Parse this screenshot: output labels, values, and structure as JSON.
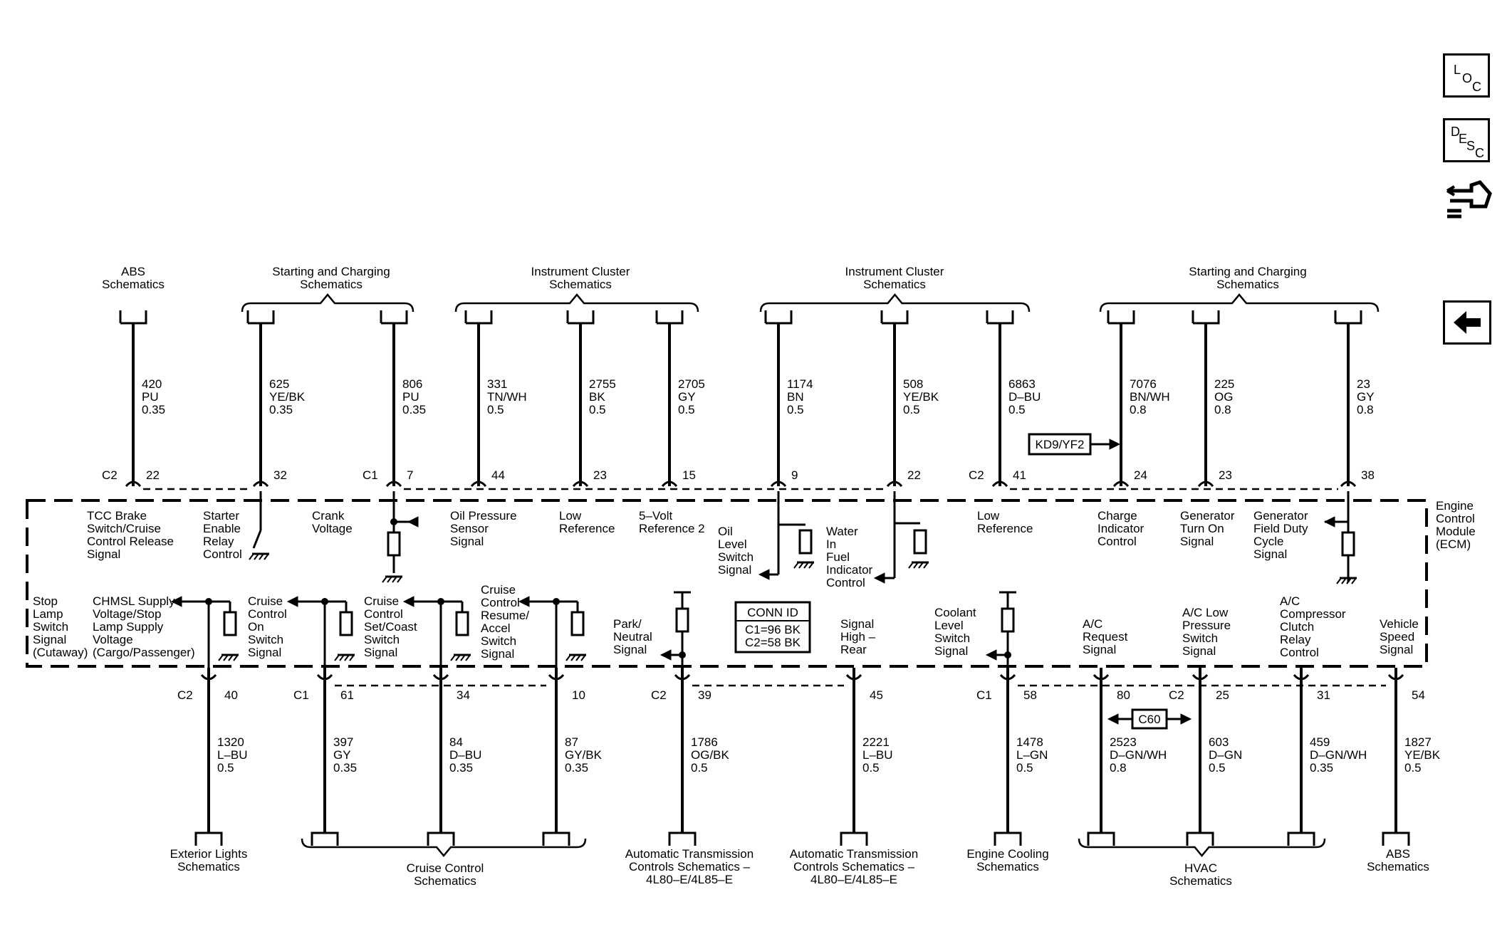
{
  "nav": {
    "loc": [
      "L",
      "O",
      "C"
    ],
    "desc": [
      "D",
      "E",
      "S",
      "C"
    ]
  },
  "module": {
    "lines": [
      "Engine",
      "Control",
      "Module",
      "(ECM)"
    ]
  },
  "conn_id": {
    "title": "CONN ID",
    "lines": [
      "C1=96 BK",
      "C2=58 BK"
    ]
  },
  "option_label": "KD9/YF2",
  "c60_label": "C60",
  "top_groups": [
    {
      "lines": [
        "ABS",
        "Schematics"
      ]
    },
    {
      "lines": [
        "Starting and Charging",
        "Schematics"
      ]
    },
    {
      "lines": [
        "Instrument Cluster",
        "Schematics"
      ]
    },
    {
      "lines": [
        "Instrument Cluster",
        "Schematics"
      ]
    },
    {
      "lines": [
        "Starting and Charging",
        "Schematics"
      ]
    }
  ],
  "bottom_groups": [
    {
      "lines": [
        "Exterior Lights",
        "Schematics"
      ]
    },
    {
      "lines": [
        "Cruise Control",
        "Schematics"
      ]
    },
    {
      "lines": [
        "Automatic Transmission",
        "Controls Schematics –",
        "4L80–E/4L85–E"
      ]
    },
    {
      "lines": [
        "Automatic Transmission",
        "Controls Schematics –",
        "4L80–E/4L85–E"
      ]
    },
    {
      "lines": [
        "Engine Cooling",
        "Schematics"
      ]
    },
    {
      "lines": [
        "HVAC",
        "Schematics"
      ]
    },
    {
      "lines": [
        "ABS",
        "Schematics"
      ]
    }
  ],
  "top_circuits": [
    {
      "conn": "C2",
      "pin": "22",
      "wire": [
        "420",
        "PU",
        "0.35"
      ],
      "signal": [
        "TCC Brake",
        "Switch/Cruise",
        "Control Release",
        "Signal"
      ]
    },
    {
      "conn": "",
      "pin": "32",
      "wire": [
        "625",
        "YE/BK",
        "0.35"
      ],
      "signal": [
        "Starter",
        "Enable",
        "Relay",
        "Control"
      ]
    },
    {
      "conn": "C1",
      "pin": "7",
      "wire": [
        "806",
        "PU",
        "0.35"
      ],
      "signal": [
        "Crank",
        "Voltage"
      ]
    },
    {
      "conn": "",
      "pin": "44",
      "wire": [
        "331",
        "TN/WH",
        "0.5"
      ],
      "signal": [
        "Oil Pressure",
        "Sensor",
        "Signal"
      ]
    },
    {
      "conn": "",
      "pin": "23",
      "wire": [
        "2755",
        "BK",
        "0.5"
      ],
      "signal": [
        "Low",
        "Reference"
      ]
    },
    {
      "conn": "",
      "pin": "15",
      "wire": [
        "2705",
        "GY",
        "0.5"
      ],
      "signal": [
        "5–Volt",
        "Reference 2"
      ]
    },
    {
      "conn": "",
      "pin": "9",
      "wire": [
        "1174",
        "BN",
        "0.5"
      ],
      "signal": [
        "Oil",
        "Level",
        "Switch",
        "Signal"
      ]
    },
    {
      "conn": "",
      "pin": "22",
      "wire": [
        "508",
        "YE/BK",
        "0.5"
      ],
      "signal": [
        "Water",
        "In",
        "Fuel",
        "Indicator",
        "Control"
      ]
    },
    {
      "conn": "C2",
      "pin": "41",
      "wire": [
        "6863",
        "D–BU",
        "0.5"
      ],
      "signal": [
        "Low",
        "Reference"
      ]
    },
    {
      "conn": "",
      "pin": "24",
      "wire": [
        "7076",
        "BN/WH",
        "0.8"
      ],
      "signal": [
        "Charge",
        "Indicator",
        "Control"
      ]
    },
    {
      "conn": "",
      "pin": "23",
      "wire": [
        "225",
        "OG",
        "0.8"
      ],
      "signal": [
        "Generator",
        "Turn On",
        "Signal"
      ]
    },
    {
      "conn": "",
      "pin": "38",
      "wire": [
        "23",
        "GY",
        "0.8"
      ],
      "signal": [
        "Generator",
        "Field Duty",
        "Cycle",
        "Signal"
      ]
    }
  ],
  "bottom_circuits": [
    {
      "conn": "C2",
      "pin": "40",
      "wire": [
        "1320",
        "L–BU",
        "0.5"
      ],
      "signal": [
        "CHMSL Supply",
        "Voltage/Stop",
        "Lamp Supply",
        "Voltage",
        "(Cargo/Passenger)"
      ]
    },
    {
      "conn": "C1",
      "pin": "61",
      "wire": [
        "397",
        "GY",
        "0.35"
      ],
      "signal": [
        "Cruise",
        "Control",
        "On",
        "Switch",
        "Signal"
      ]
    },
    {
      "conn": "",
      "pin": "34",
      "wire": [
        "84",
        "D–BU",
        "0.35"
      ],
      "signal": [
        "Cruise",
        "Control",
        "Set/Coast",
        "Switch",
        "Signal"
      ]
    },
    {
      "conn": "",
      "pin": "10",
      "wire": [
        "87",
        "GY/BK",
        "0.35"
      ],
      "signal": [
        "Cruise",
        "Control",
        "Resume/",
        "Accel",
        "Switch",
        "Signal"
      ]
    },
    {
      "conn": "C2",
      "pin": "39",
      "wire": [
        "1786",
        "OG/BK",
        "0.5"
      ],
      "signal": [
        "Park/",
        "Neutral",
        "Signal"
      ]
    },
    {
      "conn": "",
      "pin": "45",
      "wire": [
        "2221",
        "L–BU",
        "0.5"
      ],
      "signal": [
        "Signal",
        "High –",
        "Rear"
      ]
    },
    {
      "conn": "C1",
      "pin": "58",
      "wire": [
        "1478",
        "L–GN",
        "0.5"
      ],
      "signal": [
        "Coolant",
        "Level",
        "Switch",
        "Signal"
      ]
    },
    {
      "conn": "",
      "pin": "80",
      "wire": [
        "2523",
        "D–GN/WH",
        "0.8"
      ],
      "signal": [
        "A/C",
        "Request",
        "Signal"
      ]
    },
    {
      "conn": "C2",
      "pin": "25",
      "wire": [
        "603",
        "D–GN",
        "0.5"
      ],
      "signal": [
        "A/C Low",
        "Pressure",
        "Switch",
        "Signal"
      ]
    },
    {
      "conn": "",
      "pin": "31",
      "wire": [
        "459",
        "D–GN/WH",
        "0.35"
      ],
      "signal": [
        "A/C",
        "Compressor",
        "Clutch",
        "Relay",
        "Control"
      ]
    },
    {
      "conn": "",
      "pin": "54",
      "wire": [
        "1827",
        "YE/BK",
        "0.5"
      ],
      "signal": [
        "Vehicle",
        "Speed",
        "Signal"
      ]
    }
  ],
  "stop_lamp_signal": [
    "Stop",
    "Lamp",
    "Switch",
    "Signal",
    "(Cutaway)"
  ]
}
